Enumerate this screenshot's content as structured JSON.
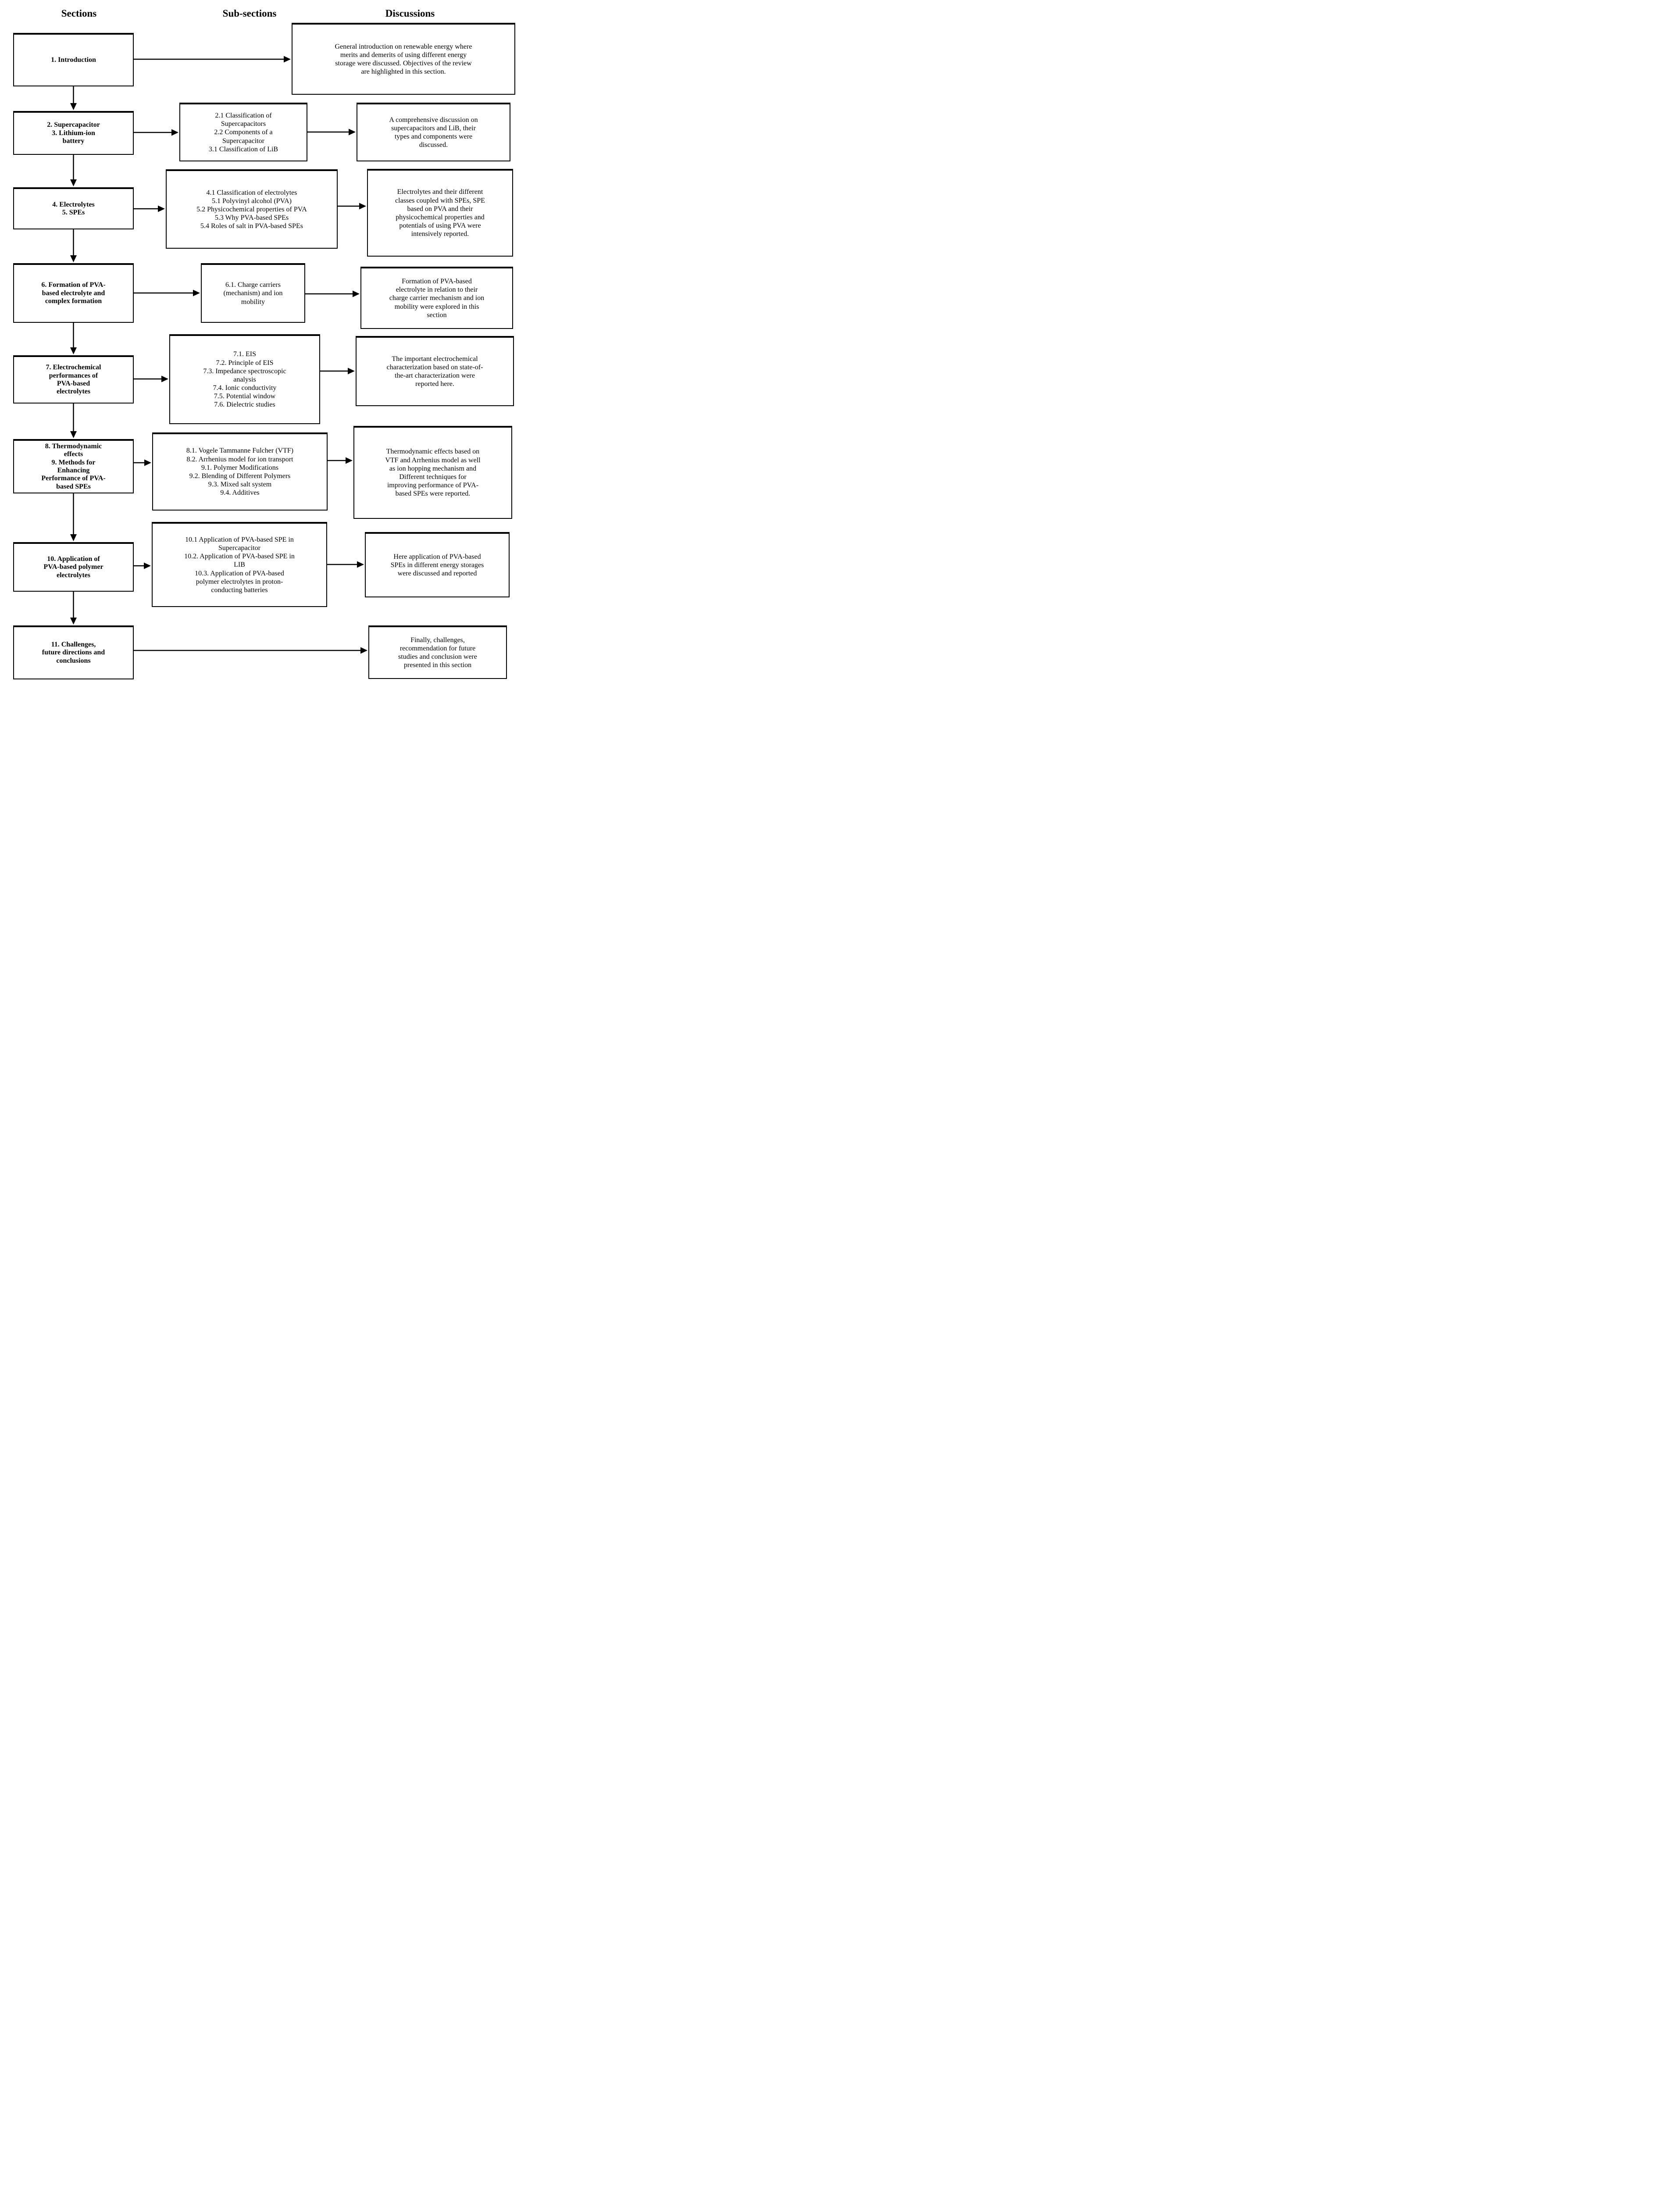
{
  "headers": {
    "sections": "Sections",
    "subsections": "Sub-sections",
    "discussions": "Discussions"
  },
  "colors": {
    "ink": "#000000",
    "background": "#ffffff"
  },
  "rows": [
    {
      "section": [
        "1. Introduction"
      ],
      "discussion": [
        "General introduction on renewable energy where",
        "merits and demerits of using different energy",
        "storage were discussed. Objectives of the review",
        "are highlighted in this section."
      ]
    },
    {
      "section": [
        "2. Supercapacitor",
        "3. Lithium-ion",
        "battery"
      ],
      "subsection": [
        "2.1 Classification of",
        "Supercapacitors",
        "2.2 Components of a",
        "Supercapacitor",
        "3.1 Classification of LiB"
      ],
      "discussion": [
        "A comprehensive discussion on",
        "supercapacitors and LiB, their",
        "types and components were",
        "discussed."
      ]
    },
    {
      "section": [
        "4. Electrolytes",
        "5. SPEs"
      ],
      "subsection": [
        "4.1 Classification of electrolytes",
        "5.1 Polyvinyl alcohol (PVA)",
        "5.2 Physicochemical properties of PVA",
        "5.3 Why PVA-based SPEs",
        "5.4 Roles of salt in PVA-based SPEs"
      ],
      "discussion": [
        "Electrolytes and their different",
        "classes coupled with SPEs, SPE",
        "based on PVA and their",
        "physicochemical properties and",
        "potentials of using PVA were",
        "intensively reported."
      ]
    },
    {
      "section": [
        "6. Formation of PVA-",
        "based electrolyte and",
        "complex formation"
      ],
      "subsection": [
        "6.1. Charge carriers",
        "(mechanism) and ion",
        "mobility"
      ],
      "discussion": [
        "Formation of PVA-based",
        "electrolyte in relation to their",
        "charge carrier mechanism and ion",
        "mobility were explored in this",
        "section"
      ]
    },
    {
      "section": [
        "7. Electrochemical",
        "performances of",
        "PVA-based",
        "electrolytes"
      ],
      "subsection": [
        "7.1. EIS",
        "7.2. Principle of EIS",
        "7.3. Impedance spectroscopic",
        "analysis",
        "7.4. Ionic conductivity",
        "7.5. Potential window",
        "7.6. Dielectric studies"
      ],
      "discussion": [
        "The important electrochemical",
        "characterization based on state-of-",
        "the-art characterization were",
        "reported here."
      ]
    },
    {
      "section": [
        "8. Thermodynamic",
        "effects",
        "9. Methods for",
        "Enhancing",
        "Performance of PVA-",
        "based SPEs"
      ],
      "subsection": [
        "8.1. Vogele Tammanne Fulcher (VTF)",
        "8.2. Arrhenius model for ion transport",
        "9.1. Polymer Modifications",
        "9.2. Blending of Different Polymers",
        "9.3. Mixed salt system",
        "9.4. Additives"
      ],
      "discussion": [
        "Thermodynamic effects based on",
        "VTF and Arrhenius model as well",
        "as ion hopping mechanism and",
        "Different techniques for",
        "improving performance of PVA-",
        "based SPEs were reported."
      ]
    },
    {
      "section": [
        "10. Application of",
        "PVA-based polymer",
        "electrolytes"
      ],
      "subsection": [
        "10.1 Application of PVA-based SPE in",
        "Supercapacitor",
        "10.2. Application of PVA-based SPE in",
        "LIB",
        "10.3. Application of PVA-based",
        "polymer electrolytes in proton-",
        "conducting batteries"
      ],
      "discussion": [
        "Here application of PVA-based",
        "SPEs in different energy storages",
        "were discussed and reported"
      ]
    },
    {
      "section": [
        "11. Challenges,",
        "future directions and",
        "conclusions"
      ],
      "discussion": [
        "Finally, challenges,",
        "recommendation for future",
        "studies and conclusion were",
        "presented in this section"
      ]
    }
  ]
}
